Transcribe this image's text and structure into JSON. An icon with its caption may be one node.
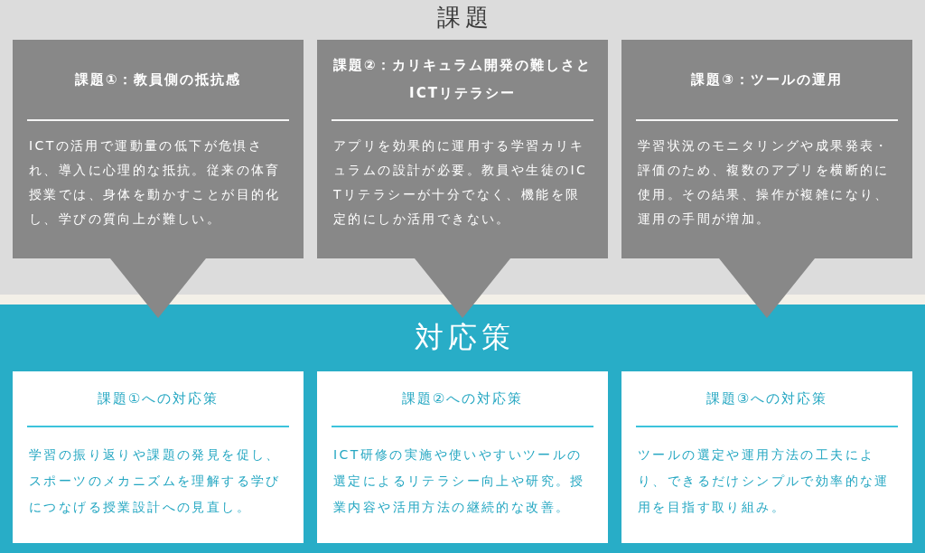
{
  "diagram": {
    "nodes": [
      {
        "text": [
          "課題"
        ]
      },
      {
        "text": [
          "課題①：教員側の抵抗感",
          "ICTの活用で運動量の低下が危惧され、導入に心理的な抵抗。従来の体育授業では、身体を動かすことが目的化し、学びの質向上が難しい。"
        ],
        "in": 0
      },
      {
        "text": [
          "課題②：カリキュラム開発の難しさとICTリテラシー",
          "アプリを効果的に運用する学習カリキュラムの設計が必要。教員や生徒のICTリテラシーが十分でなく、機能を限定的にしか活用できない。"
        ],
        "in": 0
      },
      {
        "text": [
          "課題③：ツールの運用",
          "学習状況のモニタリングや成果発表・評価のため、複数のアプリを横断的に使用。その結果、操作が複雑になり、運用の手間が増加。"
        ],
        "in": 0
      },
      {
        "text": [
          "対応策"
        ]
      },
      {
        "text": [
          "課題①への対応策",
          "学習の振り返りや課題の発見を促し、スポーツのメカニズムを理解する学びにつなげる授業設計への見直し。"
        ],
        "in": 4
      },
      {
        "text": [
          "課題②への対応策",
          "ICT研修の実施や使いやすいツールの選定によるリテラシー向上や研究。授業内容や活用方法の継続的な改善。"
        ],
        "in": 4
      },
      {
        "text": [
          "課題③への対応策",
          "ツールの選定や運用方法の工夫により、できるだけシンプルで効率的な運用を目指す取り組み。"
        ],
        "in": 4
      }
    ]
  }
}
